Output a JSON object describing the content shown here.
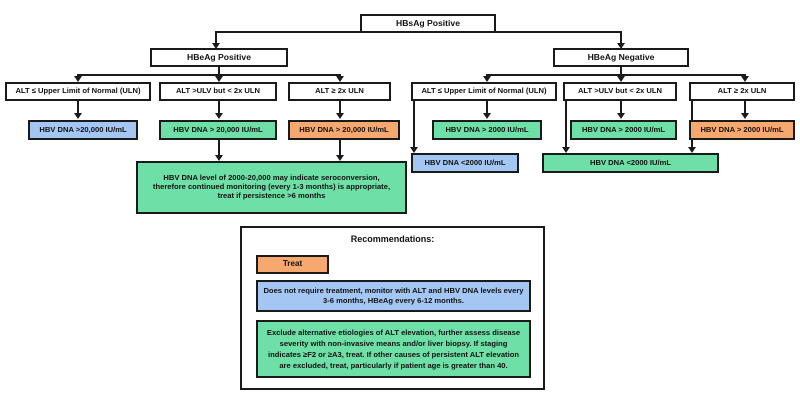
{
  "diagram": {
    "title": "HBsAg Positive",
    "root": {
      "label": "HBsAg Positive"
    },
    "branches": [
      {
        "label": "HBeAg Positive"
      },
      {
        "label": "HBeAg Negative"
      }
    ],
    "positive_arm": {
      "criteria": [
        {
          "label": "ALT ≤ Upper Limit of Normal (ULN)"
        },
        {
          "label": "ALT >ULV but < 2x ULN"
        },
        {
          "label": "ALT ≥ 2x ULN"
        }
      ],
      "results": [
        {
          "label": "HBV DNA >20,000 IU/mL",
          "color": "blue"
        },
        {
          "label": "HBV DNA > 20,000 IU/mL",
          "color": "green"
        },
        {
          "label": "HBV DNA > 20,000 IU/mL",
          "color": "orange"
        }
      ],
      "shared_note": {
        "label": "HBV DNA level of 2000-20,000 may indicate seroconversion, therefore continued monitoring (every 1-3 months) is  appropriate, treat if persistence >6 months",
        "color": "green"
      }
    },
    "negative_arm": {
      "criteria": [
        {
          "label": "ALT ≤ Upper Limit of Normal (ULN)"
        },
        {
          "label": "ALT >ULV but < 2x ULN"
        },
        {
          "label": "ALT ≥ 2x ULN"
        }
      ],
      "results": [
        {
          "label": "HBV DNA > 2000 IU/mL",
          "color": "green"
        },
        {
          "label": "HBV DNA > 2000 IU/mL",
          "color": "green"
        },
        {
          "label": "HBV DNA > 2000 IU/mL",
          "color": "orange"
        }
      ],
      "low_results": [
        {
          "label": "HBV DNA <2000 IU/mL",
          "color": "blue"
        },
        {
          "label": "HBV DNA <2000 IU/mL",
          "color": "green"
        }
      ]
    }
  },
  "recommendations": {
    "title": "Recommendations:",
    "items": [
      {
        "label": "Treat",
        "color": "orange"
      },
      {
        "label": "Does not require treatment, monitor with ALT and HBV DNA levels every 3-6 months, HBeAg every 6-12 months.",
        "color": "blue"
      },
      {
        "label": "Exclude alternative etiologies of ALT elevation, further assess disease severity with non-invasive means and/or liver biopsy. If staging indicates ≥F2 or ≥A3, treat. If other causes of persistent ALT elevation are excluded, treat, particularly if patient age is greater than 40.",
        "color": "green"
      }
    ]
  },
  "colors": {
    "blue": "#a3c7f2",
    "green": "#6edfa6",
    "orange": "#f6a86e",
    "line": "#1a1a1a",
    "background": "#ffffff"
  }
}
